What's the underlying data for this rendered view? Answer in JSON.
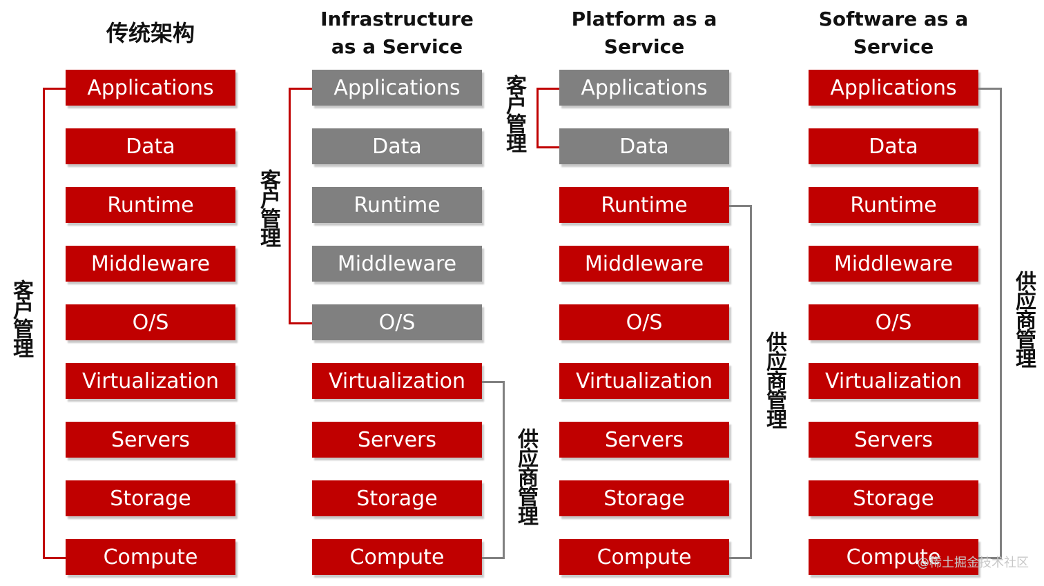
{
  "columns": [
    {
      "title": "传统架构",
      "layers": [
        "Applications",
        "Data",
        "Runtime",
        "Middleware",
        "O/S",
        "Virtualization",
        "Servers",
        "Storage",
        "Compute"
      ]
    },
    {
      "title_line1": "Infrastructure",
      "title_line2": "as a Service",
      "layers": [
        "Applications",
        "Data",
        "Runtime",
        "Middleware",
        "O/S",
        "Virtualization",
        "Servers",
        "Storage",
        "Compute"
      ]
    },
    {
      "title_line1": "Platform as a",
      "title_line2": "Service",
      "layers": [
        "Applications",
        "Data",
        "Runtime",
        "Middleware",
        "O/S",
        "Virtualization",
        "Servers",
        "Storage",
        "Compute"
      ]
    },
    {
      "title_line1": "Software as a",
      "title_line2": "Service",
      "layers": [
        "Applications",
        "Data",
        "Runtime",
        "Middleware",
        "O/S",
        "Virtualization",
        "Servers",
        "Storage",
        "Compute"
      ]
    }
  ],
  "labels": {
    "customer": "客户管理",
    "provider": "供应商管理"
  },
  "colors": {
    "customer_managed_red": "#c00000",
    "customer_managed_gray": "#808080",
    "bracket_red": "#c00000",
    "bracket_gray": "#808080"
  },
  "watermark": "@稀土掘金技术社区"
}
